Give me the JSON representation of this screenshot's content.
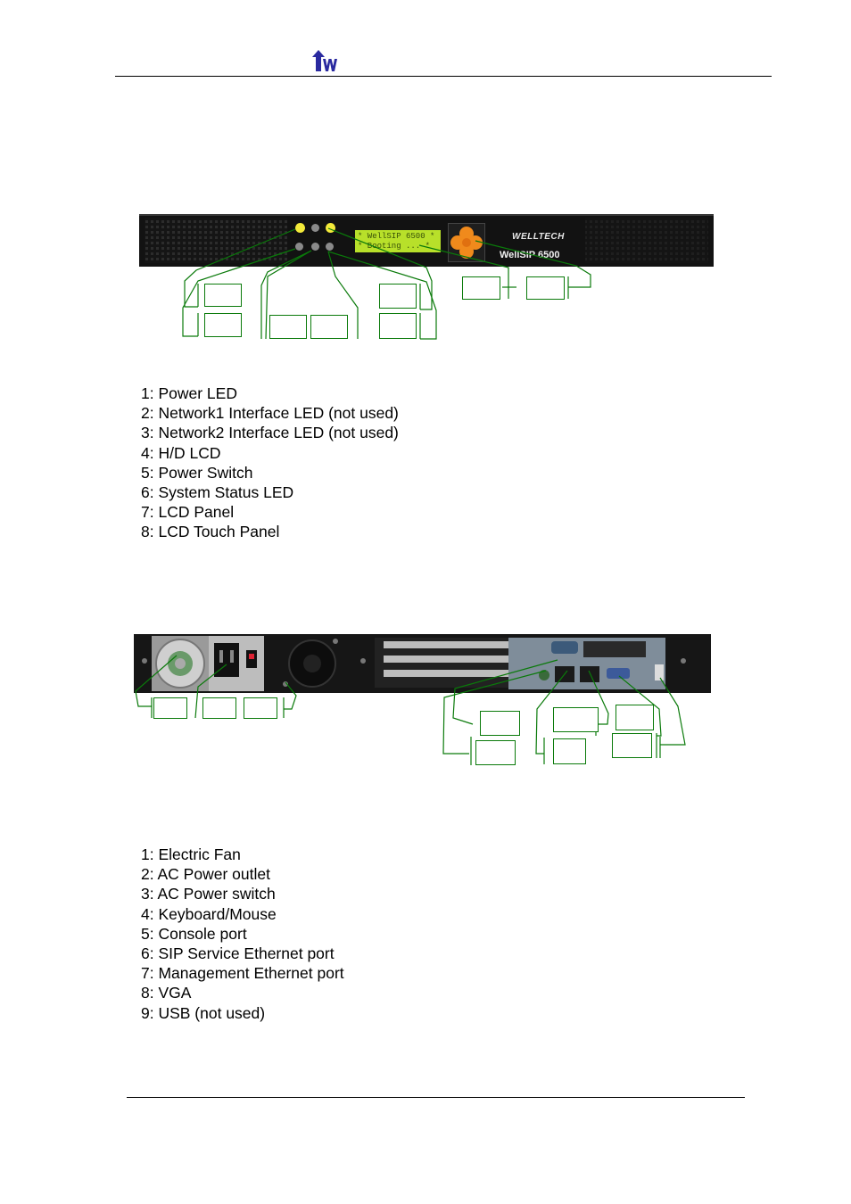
{
  "header": {
    "logo": "welltech-logo-icon"
  },
  "front_panel": {
    "image": "front-panel-photo",
    "lcd_line1": "* WellSIP 6500 *",
    "lcd_line2": "* Booting ... *",
    "brand": "WELLTECH",
    "model": "WellSIP 6500",
    "legend": [
      "1: Power LED",
      "2: Network1 Interface LED (not used)",
      "3: Network2 Interface LED (not used)",
      "4: H/D LCD",
      "5: Power Switch",
      "6: System Status LED",
      "7: LCD Panel",
      "8: LCD Touch Panel"
    ]
  },
  "rear_panel": {
    "image": "rear-panel-photo",
    "legend": [
      "1: Electric Fan",
      "2: AC Power outlet",
      "3: AC Power switch",
      "4: Keyboard/Mouse",
      "5: Console port",
      "6: SIP Service Ethernet port",
      "7: Management Ethernet port",
      "8: VGA",
      "9: USB (not used)"
    ]
  },
  "colors": {
    "callout": "#0a7a0a",
    "panel": "#121212",
    "lcd": "#b8e02a"
  }
}
